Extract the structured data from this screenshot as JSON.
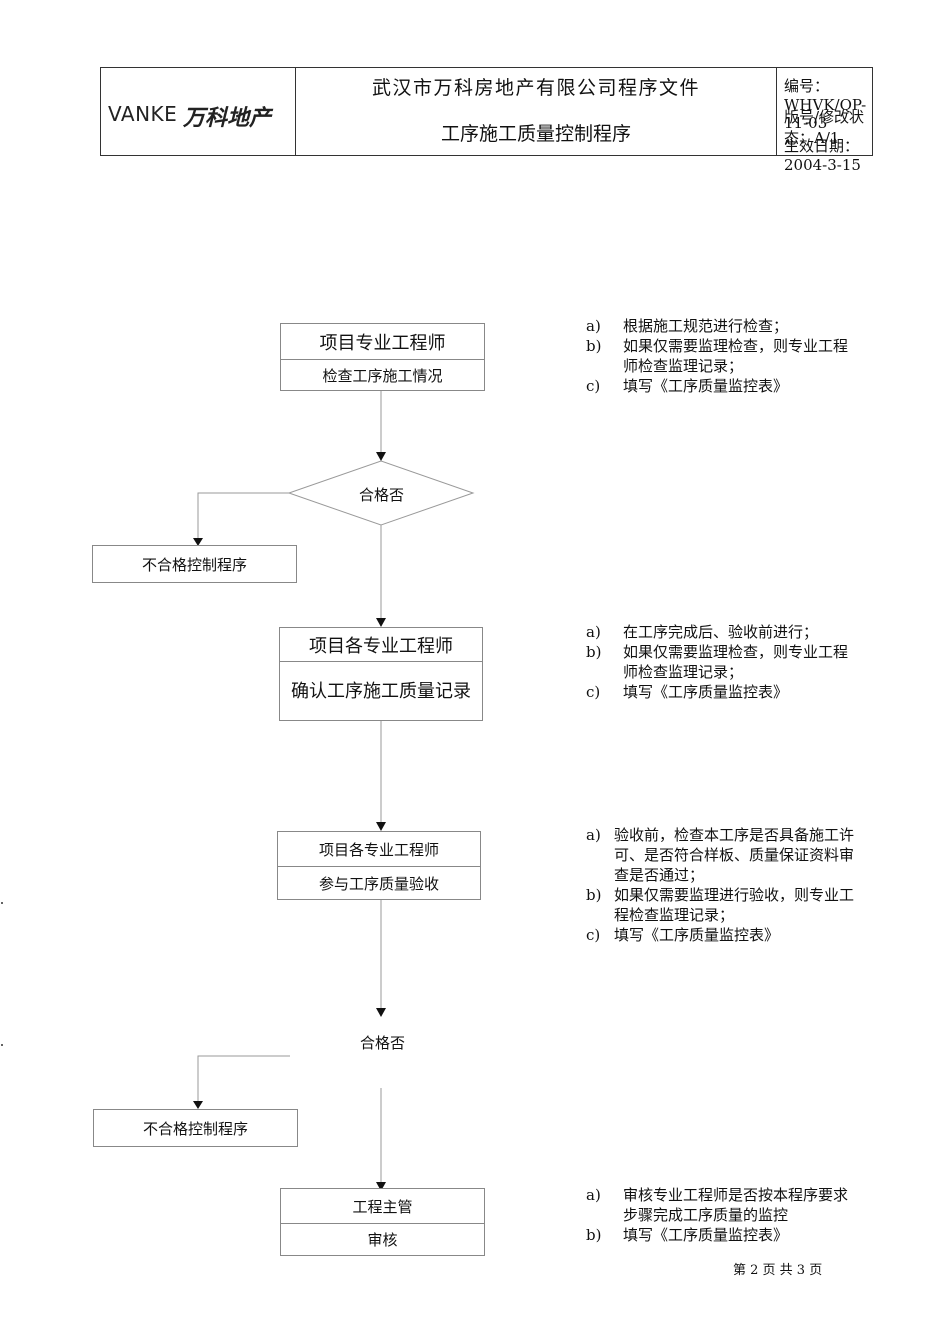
{
  "header": {
    "logo_latin": "VANKE",
    "logo_cn": "万科地产",
    "company_doc_title": "武汉市万科房地产有限公司程序文件",
    "procedure_title": "工序施工质量控制程序",
    "doc_number": "编号：WHVK/QP-11-03",
    "version_status": "版号/修改状态：A/1",
    "effective_date": "生效日期：2004-3-15"
  },
  "flow": {
    "step1": {
      "role": "项目专业工程师",
      "action": "检查工序施工情况"
    },
    "decision1": "合格否",
    "fail1": "不合格控制程序",
    "step2": {
      "role": "项目各专业工程师",
      "action": "确认工序施工质量记录"
    },
    "step3": {
      "role": "项目各专业工程师",
      "action": "参与工序质量验收"
    },
    "decision2": "合格否",
    "fail2": "不合格控制程序",
    "step4": {
      "role": "工程主管",
      "action": "审核"
    }
  },
  "notes": {
    "group1": [
      {
        "marker": "a)",
        "text": "根据施工规范进行检查；"
      },
      {
        "marker": "b)",
        "text": "如果仅需要监理检查，则专业工程师检查监理记录；"
      },
      {
        "marker": "c)",
        "text": "填写《工序质量监控表》"
      }
    ],
    "group2": [
      {
        "marker": "a)",
        "text": "在工序完成后、验收前进行；"
      },
      {
        "marker": "b)",
        "text": "如果仅需要监理检查，则专业工程师检查监理记录；"
      },
      {
        "marker": "c)",
        "text": "填写《工序质量监控表》"
      }
    ],
    "group3": [
      {
        "marker": "a)",
        "text": "验收前，检查本工序是否具备施工许可、是否符合样板、质量保证资料审查是否通过；"
      },
      {
        "marker": "b)",
        "text": "如果仅需要监理进行验收，则专业工程检查监理记录；"
      },
      {
        "marker": "c)",
        "text": "填写《工序质量监控表》"
      }
    ],
    "group4": [
      {
        "marker": "a)",
        "text": "审核专业工程师是否按本程序要求步骤完成工序质量的监控"
      },
      {
        "marker": "b)",
        "text": "填写《工序质量监控表》"
      }
    ]
  },
  "footer": {
    "page": "第 2 页 共 3 页"
  }
}
